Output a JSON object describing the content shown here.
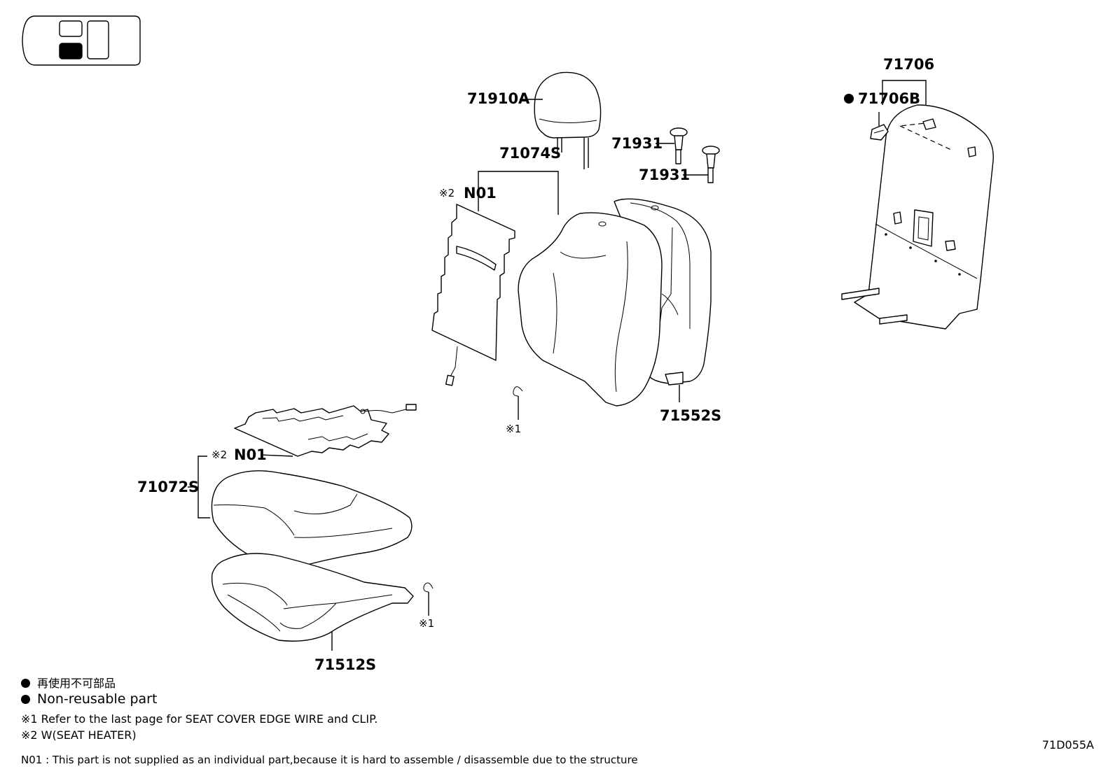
{
  "parts": {
    "headrest": "71910A",
    "back_cover": "71074S",
    "headrest_support_upper": "71931",
    "headrest_support_lower": "71931",
    "back_board_assy": "71706",
    "back_board_clip": "71706B",
    "back_heater": "N01",
    "cushion_heater": "N01",
    "cushion_cover": "71072S",
    "cushion_pad": "71512S",
    "back_pad": "71552S"
  },
  "marks": {
    "heater_ref": "※2",
    "clip_ref": "※1"
  },
  "notes": {
    "jp_nonreusable": "再使用不可部品",
    "en_nonreusable": "Non-reusable part",
    "ref1": "※1 Refer to the last page for SEAT COVER EDGE WIRE and CLIP.",
    "ref2": "※2 W(SEAT HEATER)",
    "n01": "N01 : This part is not supplied as an individual part,because it is hard to assemble / disassemble due to the structure"
  },
  "figure_code": "71D055A"
}
